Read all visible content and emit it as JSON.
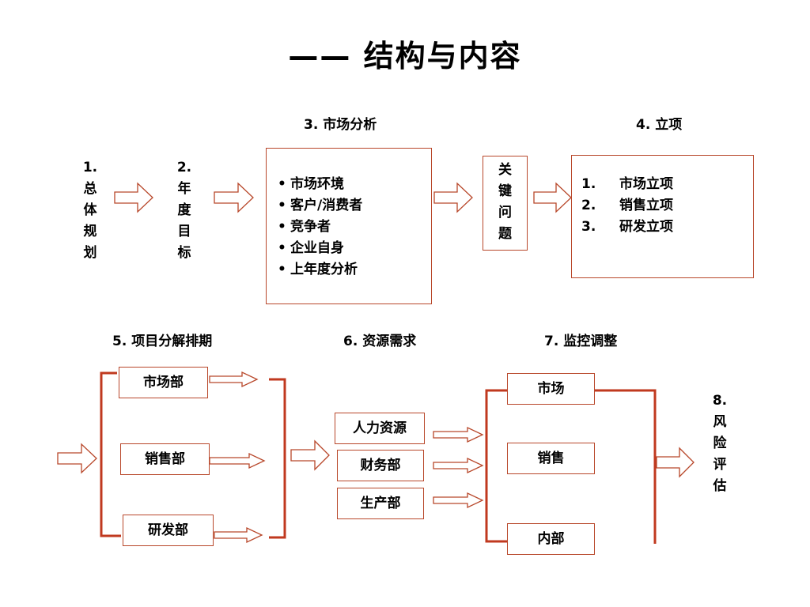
{
  "title": "—— 结构与内容",
  "steps": {
    "s1": {
      "number": "1.",
      "chars": [
        "总",
        "体",
        "规",
        "划"
      ]
    },
    "s2": {
      "number": "2.",
      "chars": [
        "年",
        "度",
        "目",
        "标"
      ]
    },
    "s3": {
      "heading": "3. 市场分析",
      "items": [
        "市场环境",
        "客户/消费者",
        "竞争者",
        "企业自身",
        "上年度分析"
      ]
    },
    "key": {
      "chars": [
        "关",
        "键",
        "问",
        "题"
      ]
    },
    "s4": {
      "heading": "4. 立项",
      "items": [
        {
          "n": "1.",
          "label": "市场立项"
        },
        {
          "n": "2.",
          "label": "销售立项"
        },
        {
          "n": "3.",
          "label": "研发立项"
        }
      ]
    },
    "s5": {
      "heading": "5. 项目分解排期",
      "depts": [
        "市场部",
        "销售部",
        "研发部"
      ]
    },
    "s6": {
      "heading": "6. 资源需求",
      "items": [
        "人力资源",
        "财务部",
        "生产部"
      ]
    },
    "s7": {
      "heading": "7. 监控调整",
      "items": [
        "市场",
        "销售",
        "内部"
      ]
    },
    "s8": {
      "number": "8.",
      "chars": [
        "风",
        "险",
        "评",
        "估"
      ]
    }
  },
  "colors": {
    "accent": "#b8472a",
    "arrow_stroke": "#b8472a",
    "text": "#000000"
  }
}
